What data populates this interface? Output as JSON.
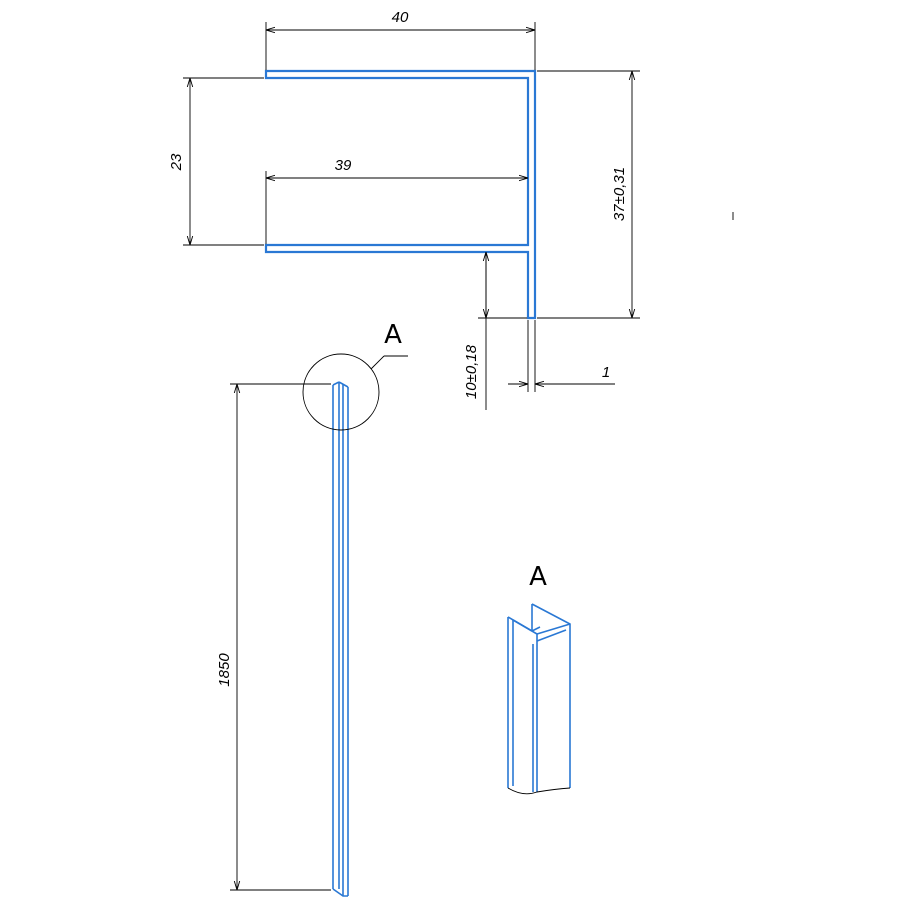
{
  "dimensions": {
    "width_top": "40",
    "height_inner": "23",
    "width_inner": "39",
    "height_total": "37±0,31",
    "lip": "10±0,18",
    "thickness": "1",
    "length": "1850"
  },
  "detail": {
    "callout_letter": "A",
    "view_title": "A"
  },
  "colors": {
    "profile": "#2a78d4",
    "dimension_lines": "#000000",
    "background": "#ffffff"
  }
}
